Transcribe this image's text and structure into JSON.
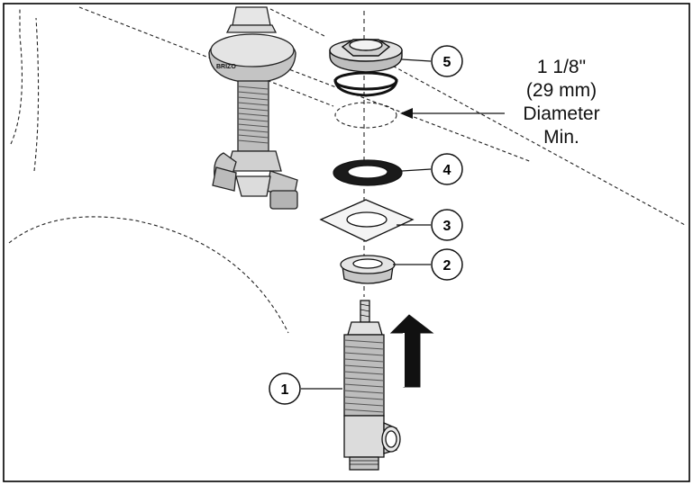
{
  "callouts": [
    "1",
    "2",
    "3",
    "4",
    "5"
  ],
  "dimension": {
    "size": "1 1/8\"",
    "metric": "(29 mm)",
    "label": "Diameter",
    "qualifier": "Min."
  },
  "faucet_stamp": "BRIZO"
}
